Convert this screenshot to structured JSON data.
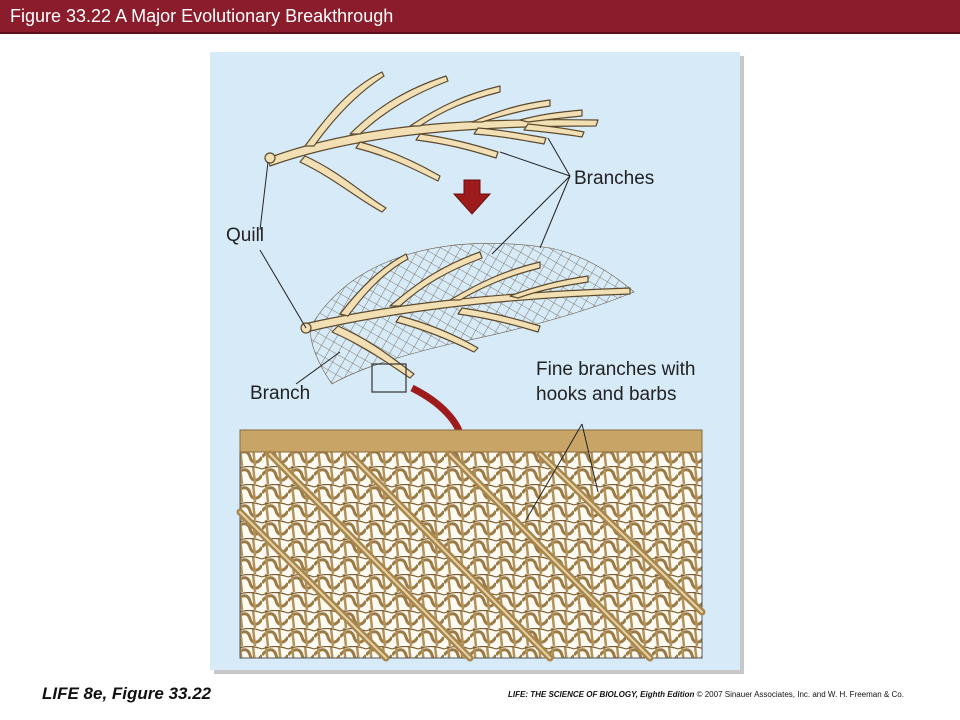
{
  "header": {
    "title": "Figure 33.22 A Major Evolutionary Breakthrough"
  },
  "labels": {
    "branches": "Branches",
    "quill": "Quill",
    "branch": "Branch",
    "fine_line1": "Fine branches with",
    "fine_line2": "hooks and barbs"
  },
  "footer": {
    "left": "LIFE 8e, Figure 33.22",
    "right_italic": "LIFE: THE SCIENCE OF BIOLOGY, Eighth Edition",
    "right_rest": " © 2007 Sinauer Associates, Inc. and W. H. Freeman & Co."
  },
  "colors": {
    "title_bar": "#8b1c2c",
    "panel_bg": "#d6eaf8",
    "feather": "#f3dfb4",
    "arrow": "#9e1b1b"
  }
}
